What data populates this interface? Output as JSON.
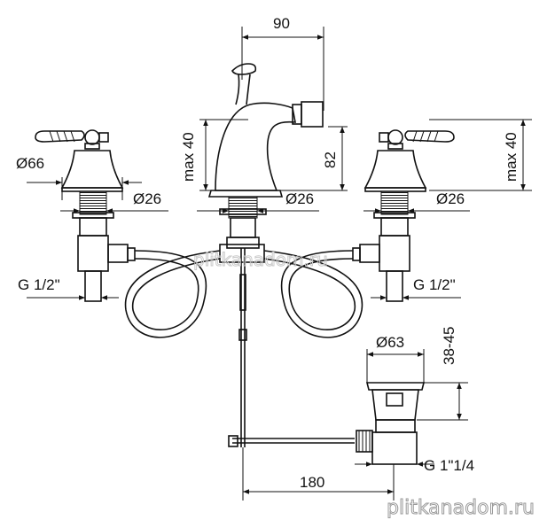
{
  "dimensions": {
    "spout_reach": "90",
    "handle_height_left": "max 40",
    "spout_height": "82",
    "handle_height_right": "max 40",
    "left_flange_dia": "Ø66",
    "left_shank_dia": "Ø26",
    "center_shank_dia": "Ø26",
    "right_shank_dia": "Ø26",
    "left_inlet_thread": "G 1/2\"",
    "right_inlet_thread": "G 1/2\"",
    "waste_cap_dia": "Ø63",
    "waste_height_range": "38-45",
    "waste_thread": "G 1\"1/4",
    "rod_distance": "180"
  },
  "watermarks": {
    "center": "plitkanadom.ru",
    "corner": "plitkanadom.ru"
  }
}
